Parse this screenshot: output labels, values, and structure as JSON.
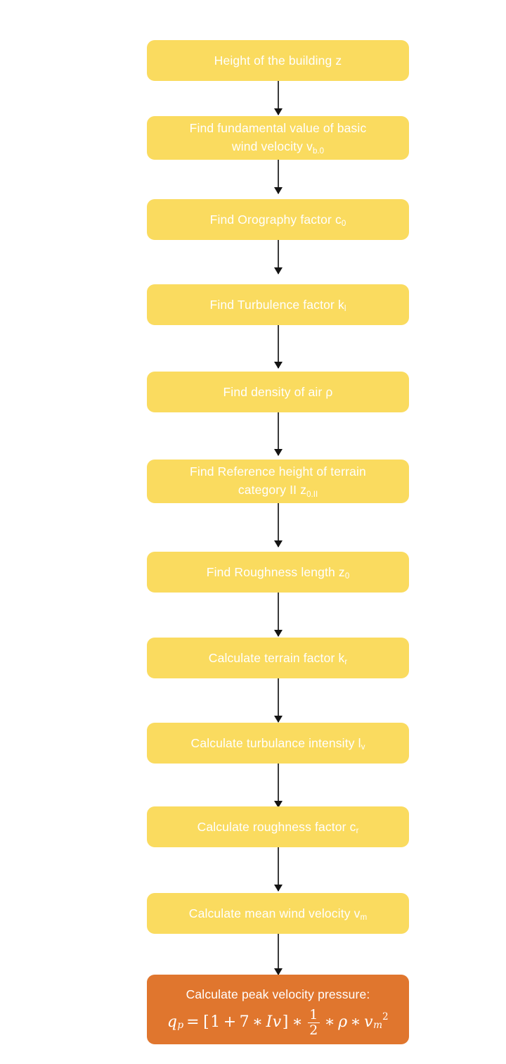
{
  "diagram": {
    "title": "Wind load calculation procedure flowchart",
    "orientation": "vertical-top-to-bottom",
    "background_color": "#ffffff",
    "node_fill_default": "#fadb5f",
    "node_fill_final": "#e0762e",
    "node_text_color": "#ffffff",
    "connector_color": "#141414"
  },
  "nodes": [
    {
      "id": "n1",
      "text": "Height of the building z",
      "base": "Height of the building z",
      "subscript": "",
      "color": "#fadb5f",
      "lines": 1
    },
    {
      "id": "n2",
      "text": "Find fundamental value of basic wind velocity v_b,0",
      "base_line1": "Find fundamental value of basic",
      "base_line2": "wind velocity v",
      "subscript": "b.0",
      "color": "#fadb5f",
      "lines": 2
    },
    {
      "id": "n3",
      "text": "Find Orography factor c_0",
      "base": "Find Orography factor c",
      "subscript": "0",
      "color": "#fadb5f",
      "lines": 1
    },
    {
      "id": "n4",
      "text": "Find Turbulence factor k_I",
      "base": "Find Turbulence factor k",
      "subscript": "l",
      "color": "#fadb5f",
      "lines": 1
    },
    {
      "id": "n5",
      "text": "Find density of air ρ",
      "base": "Find density of air ρ",
      "subscript": "",
      "color": "#fadb5f",
      "lines": 1
    },
    {
      "id": "n6",
      "text": "Find Reference height of terrain category II z_0,II",
      "base_line1": "Find Reference height of terrain",
      "base_line2": "category II z",
      "subscript": "0.II",
      "color": "#fadb5f",
      "lines": 2
    },
    {
      "id": "n7",
      "text": "Find Roughness length z_0",
      "base": "Find Roughness length z",
      "subscript": "0",
      "color": "#fadb5f",
      "lines": 1
    },
    {
      "id": "n8",
      "text": "Calculate terrain factor k_r",
      "base": "Calculate terrain factor k",
      "subscript": "r",
      "color": "#fadb5f",
      "lines": 1
    },
    {
      "id": "n9",
      "text": "Calculate turbulance intensity I_v",
      "base": "Calculate turbulance intensity l",
      "subscript": "v",
      "color": "#fadb5f",
      "lines": 1
    },
    {
      "id": "n10",
      "text": "Calculate roughness factor c_r",
      "base": "Calculate roughness factor c",
      "subscript": "r",
      "color": "#fadb5f",
      "lines": 1
    },
    {
      "id": "n11",
      "text": "Calculate mean wind velocity v_m",
      "base": "Calculate mean wind velocity v",
      "subscript": "m",
      "color": "#fadb5f",
      "lines": 1
    },
    {
      "id": "n12",
      "text": "Calculate peak velocity pressure: q_p = [1 + 7 * Iv] * 1/2 * ρ * v_m²",
      "heading": "Calculate peak velocity pressure:",
      "color": "#e0762e",
      "lines": 2,
      "formula": {
        "lhs_var": "q",
        "lhs_sub": "p",
        "equals": "=",
        "open_bracket": "[",
        "one": "1",
        "plus": "+",
        "seven": "7",
        "star1": "∗",
        "iv": "Iv",
        "close_bracket": "]",
        "star2": "∗",
        "frac_num": "1",
        "frac_den": "2",
        "star3": "∗",
        "rho": "ρ",
        "star4": "∗",
        "v_var": "v",
        "v_sub": "m",
        "v_sup": "2"
      }
    }
  ],
  "connectors": [
    {
      "id": "c1",
      "from": "n1",
      "to": "n2"
    },
    {
      "id": "c2",
      "from": "n2",
      "to": "n3"
    },
    {
      "id": "c3",
      "from": "n3",
      "to": "n4"
    },
    {
      "id": "c4",
      "from": "n4",
      "to": "n5"
    },
    {
      "id": "c5",
      "from": "n5",
      "to": "n6"
    },
    {
      "id": "c6",
      "from": "n6",
      "to": "n7"
    },
    {
      "id": "c7",
      "from": "n7",
      "to": "n8"
    },
    {
      "id": "c8",
      "from": "n8",
      "to": "n9"
    },
    {
      "id": "c9",
      "from": "n9",
      "to": "n10"
    },
    {
      "id": "c10",
      "from": "n10",
      "to": "n11"
    },
    {
      "id": "c11",
      "from": "n11",
      "to": "n12"
    }
  ]
}
